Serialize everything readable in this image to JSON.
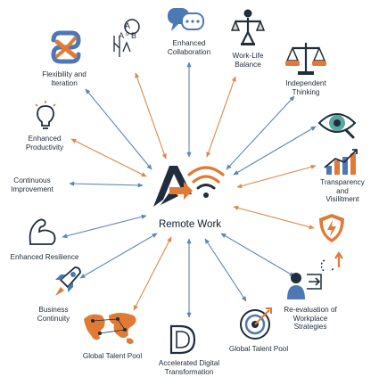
{
  "center": {
    "label": "Remote Work"
  },
  "nodes": [
    {
      "id": "flexibility",
      "label": "Flexibility and\nIteration",
      "icon": "knot-loop-icon"
    },
    {
      "id": "ab-testing",
      "label": "A\nA ⁰ B",
      "icon": "ab-choice-icon"
    },
    {
      "id": "collaboration",
      "label": "Enhanced\nCollaboration",
      "icon": "chat-bubbles-icon"
    },
    {
      "id": "work-life",
      "label": "Work-Life\nBalance",
      "icon": "person-scale-icon"
    },
    {
      "id": "independent",
      "label": "Independent\nThinking",
      "icon": "balance-scale-icon"
    },
    {
      "id": "productivity",
      "label": "Enhanced\nProductivity",
      "icon": "lightbulb-icon"
    },
    {
      "id": "transparency-eye",
      "label": "",
      "icon": "eye-icon"
    },
    {
      "id": "transparency",
      "label": "Transparency and\nVisilitment",
      "icon": "growth-chart-icon"
    },
    {
      "id": "continuous",
      "label": "Continuous\nImprovement",
      "icon": ""
    },
    {
      "id": "resilience",
      "label": "Enhanced Resilience",
      "icon": "flexed-arm-icon"
    },
    {
      "id": "security",
      "label": "",
      "icon": "shield-bolt-icon"
    },
    {
      "id": "business",
      "label": "Business\nContinuity",
      "icon": "rocket-icon"
    },
    {
      "id": "reevaluation",
      "label": "Re-evaluation of\nWorkplace\nStrategies",
      "icon": "presenter-icon"
    },
    {
      "id": "talent-1",
      "label": "Global Talent Pool",
      "icon": "world-map-icon"
    },
    {
      "id": "digital",
      "label": "Accelerated Digital\nTransformation",
      "icon": "letter-d-icon"
    },
    {
      "id": "talent-2",
      "label": "Global Talent Pool",
      "icon": "target-icon"
    }
  ],
  "colors": {
    "blue_arrow": "#5b86b8",
    "orange_arrow": "#d9894c",
    "orange_accent": "#e07a35",
    "dark": "#1f2d3d"
  }
}
